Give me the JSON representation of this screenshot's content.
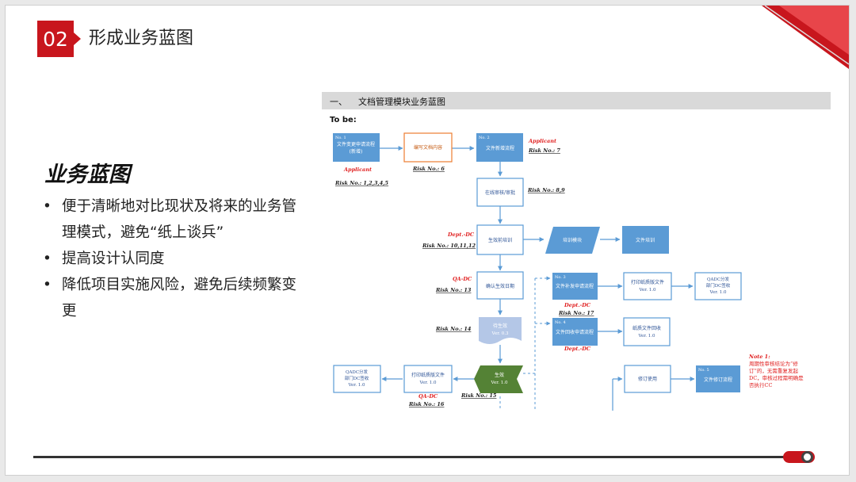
{
  "slide": {
    "section_number": "02",
    "title": "形成业务蓝图",
    "side_title": "业务蓝图",
    "bullets": [
      "便于清晰地对比现状及将来的业务管理模式，避免“纸上谈兵”",
      "提高设计认同度",
      "降低项目实施风险，避免后续频繁变更"
    ]
  },
  "document": {
    "heading_num": "一、",
    "heading": "文档管理模块业务蓝图",
    "tobe": "To be:",
    "boxes": {
      "b1_no": "No. 1",
      "b1_text": "文件变更申请流程",
      "b1_sub": "(新增)",
      "b_write": "编写文档内容",
      "b2_no": "No. 2",
      "b2_text": "文件新增流程",
      "b_review": "在线审核/审批",
      "b_train": "生效前培训",
      "b_module": "培训模块",
      "b_filetrain": "文件培训",
      "b_confirm": "确认生效日期",
      "b3_no": "No. 3",
      "b3_text": "文件补发申请流程",
      "b_print1": "打印纸质版文件",
      "b_print1_ver": "Ver. 1.0",
      "b_qadc1_a": "QADC分发",
      "b_qadc1_b": "部门DC签收",
      "b_qadc1_ver": "Ver. 1.0",
      "b4_no": "No. 4",
      "b4_text": "文件回收申请流程",
      "b_recycle": "纸质文件回收",
      "b_recycle_ver": "Ver. 1.0",
      "b_pending": "待生效",
      "b_pending_ver": "Ver. 0.3",
      "b_effective": "生效",
      "b_effective_ver": "Ver. 1.0",
      "b_print2": "打印纸质版文件",
      "b_print2_ver": "Ver. 1.0",
      "b_qadc2_a": "QADC分发",
      "b_qadc2_b": "部门DC签收",
      "b_qadc2_ver": "Ver. 1.0",
      "b_revise": "修订使用",
      "b5_no": "No. 5",
      "b5_text": "文件修订流程"
    },
    "labels": {
      "applicant1": "Applicant",
      "risk1": "Risk No.: 1,2,3,4,5",
      "risk6": "Risk No.: 6",
      "applicant2": "Applicant",
      "risk7": "Risk No.: 7",
      "risk89": "Risk No.: 8,9",
      "deptdc1": "Dept.-DC",
      "risk1012": "Risk No.: 10,11,12",
      "qadc1": "QA-DC",
      "risk13": "Risk No.: 13",
      "deptdc2": "Dept.-DC",
      "risk17": "Risk No.: 17",
      "deptdc3": "Dept.-DC",
      "risk14": "Risk No.: 14",
      "risk15": "Risk No.: 15",
      "qadc2": "QA-DC",
      "risk16": "Risk No.: 16"
    },
    "note": {
      "title": "Note 1:",
      "line1": "周期性审核结论为“修",
      "line2": "订”的，无需重复发起",
      "line3": "DC，审核过程需明确是",
      "line4": "否执行CC"
    }
  },
  "colors": {
    "accent": "#c8161d",
    "box_blue": "#5b9bd5",
    "light_box": "#dae6f2"
  }
}
